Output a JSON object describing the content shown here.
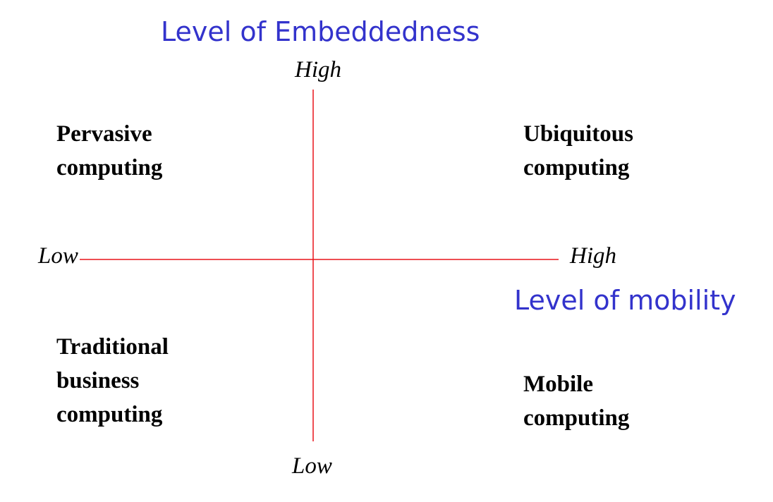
{
  "colors": {
    "axis_line": "#e8141a",
    "axis_title": "#3333cc",
    "text": "#000000"
  },
  "vertical_axis": {
    "title": "Level of Embeddedness",
    "high_label": "High",
    "low_label": "Low"
  },
  "horizontal_axis": {
    "title": "Level of mobility",
    "low_label": "Low",
    "high_label": "High"
  },
  "quadrants": {
    "top_left": [
      "Pervasive",
      "computing"
    ],
    "top_right": [
      "Ubiquitous",
      "computing"
    ],
    "bottom_left": [
      "Traditional",
      "business",
      "computing"
    ],
    "bottom_right": [
      "Mobile",
      "computing"
    ]
  }
}
